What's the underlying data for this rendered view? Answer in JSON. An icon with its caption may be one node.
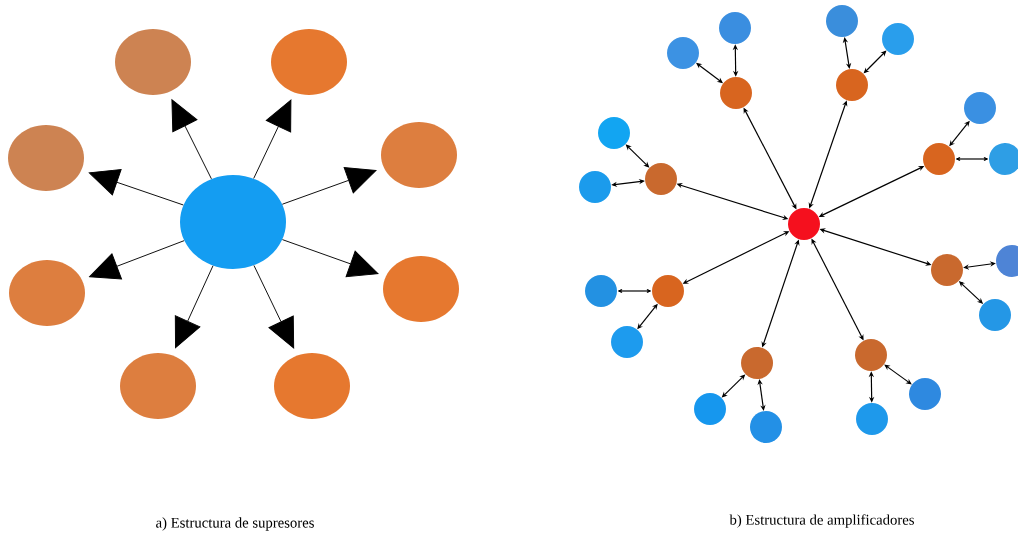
{
  "diagram": {
    "nodes": [
      {
        "text": [],
        "shape": "circle"
      },
      {
        "text": [],
        "shape": "circle"
      },
      {
        "text": [],
        "shape": "circle"
      },
      {
        "text": [],
        "shape": "circle"
      },
      {
        "text": [],
        "shape": "circle"
      },
      {
        "text": [],
        "shape": "circle"
      },
      {
        "text": [],
        "shape": "circle"
      },
      {
        "text": [],
        "shape": "circle"
      },
      {
        "text": [],
        "shape": "circle"
      },
      {
        "text": [],
        "shape": "circle"
      },
      {
        "text": [],
        "shape": "circle"
      },
      {
        "text": [],
        "shape": "circle"
      },
      {
        "text": [],
        "shape": "circle"
      },
      {
        "text": [],
        "shape": "circle"
      },
      {
        "text": [],
        "shape": "circle"
      },
      {
        "text": [],
        "shape": "circle"
      },
      {
        "text": [],
        "shape": "circle"
      },
      {
        "text": [],
        "shape": "circle"
      },
      {
        "text": [],
        "shape": "circle"
      },
      {
        "text": [],
        "shape": "circle"
      },
      {
        "text": [],
        "shape": "circle"
      },
      {
        "text": [],
        "shape": "circle"
      },
      {
        "text": [],
        "shape": "circle"
      },
      {
        "text": [],
        "shape": "circle"
      },
      {
        "text": [],
        "shape": "circle"
      },
      {
        "text": [],
        "shape": "circle"
      },
      {
        "text": [],
        "shape": "circle"
      },
      {
        "text": [],
        "shape": "circle"
      },
      {
        "text": [],
        "shape": "circle"
      },
      {
        "text": [],
        "shape": "circle"
      },
      {
        "text": [],
        "shape": "circle"
      },
      {
        "text": [],
        "shape": "circle"
      },
      {
        "text": [],
        "shape": "circle"
      },
      {
        "text": [],
        "shape": "circle"
      }
    ],
    "edges": [
      {
        "from": 0,
        "to": 1,
        "arrow": "to"
      },
      {
        "from": 0,
        "to": 2,
        "arrow": "to"
      },
      {
        "from": 0,
        "to": 3,
        "arrow": "to"
      },
      {
        "from": 0,
        "to": 4,
        "arrow": "to"
      },
      {
        "from": 0,
        "to": 5,
        "arrow": "to"
      },
      {
        "from": 0,
        "to": 6,
        "arrow": "to"
      },
      {
        "from": 0,
        "to": 7,
        "arrow": "to"
      },
      {
        "from": 0,
        "to": 8,
        "arrow": "to"
      },
      {
        "from": 9,
        "to": 10,
        "arrow": "both"
      },
      {
        "from": 9,
        "to": 11,
        "arrow": "both"
      },
      {
        "from": 9,
        "to": 12,
        "arrow": "both"
      },
      {
        "from": 9,
        "to": 13,
        "arrow": "both"
      },
      {
        "from": 9,
        "to": 14,
        "arrow": "both"
      },
      {
        "from": 9,
        "to": 15,
        "arrow": "both"
      },
      {
        "from": 9,
        "to": 16,
        "arrow": "both"
      },
      {
        "from": 9,
        "to": 17,
        "arrow": "both"
      },
      {
        "from": 10,
        "to": 18,
        "arrow": "both"
      },
      {
        "from": 10,
        "to": 19,
        "arrow": "both"
      },
      {
        "from": 11,
        "to": 20,
        "arrow": "both"
      },
      {
        "from": 11,
        "to": 21,
        "arrow": "both"
      },
      {
        "from": 12,
        "to": 22,
        "arrow": "both"
      },
      {
        "from": 12,
        "to": 23,
        "arrow": "both"
      },
      {
        "from": 13,
        "to": 24,
        "arrow": "both"
      },
      {
        "from": 13,
        "to": 25,
        "arrow": "both"
      },
      {
        "from": 14,
        "to": 26,
        "arrow": "both"
      },
      {
        "from": 14,
        "to": 27,
        "arrow": "both"
      },
      {
        "from": 15,
        "to": 28,
        "arrow": "both"
      },
      {
        "from": 15,
        "to": 29,
        "arrow": "both"
      },
      {
        "from": 16,
        "to": 30,
        "arrow": "both"
      },
      {
        "from": 16,
        "to": 31,
        "arrow": "both"
      },
      {
        "from": 17,
        "to": 32,
        "arrow": "both"
      },
      {
        "from": 17,
        "to": 33,
        "arrow": "both"
      }
    ],
    "labels": [
      "a) Estructura de supresores",
      "b) Estructura de amplificadores"
    ]
  }
}
